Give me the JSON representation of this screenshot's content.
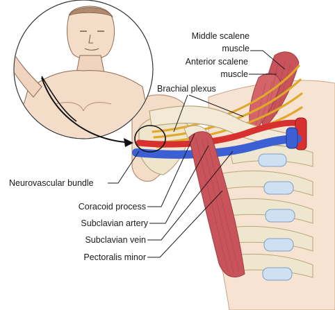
{
  "labels": {
    "middle_scalene_line1": "Middle scalene",
    "middle_scalene_line2": "muscle",
    "anterior_scalene_line1": "Anterior scalene",
    "anterior_scalene_line2": "muscle",
    "brachial_plexus": "Brachial plexus",
    "neurovascular_bundle": "Neurovascular bundle",
    "coracoid_process": "Coracoid process",
    "subclavian_artery": "Subclavian artery",
    "subclavian_vein": "Subclavian vein",
    "pectoralis_minor": "Pectoralis minor"
  },
  "colors": {
    "muscle": "#c9535a",
    "muscle_dark": "#9e3c43",
    "bone": "#f2ead6",
    "bone_edge": "#c8b98f",
    "nerve": "#e8b93a",
    "artery": "#d8302f",
    "vein": "#3c5fd4",
    "cartilage": "#cfe0f2",
    "skin": "#f1d2bd",
    "skin_edge": "#b98d72",
    "leader": "#1a1a1a"
  }
}
